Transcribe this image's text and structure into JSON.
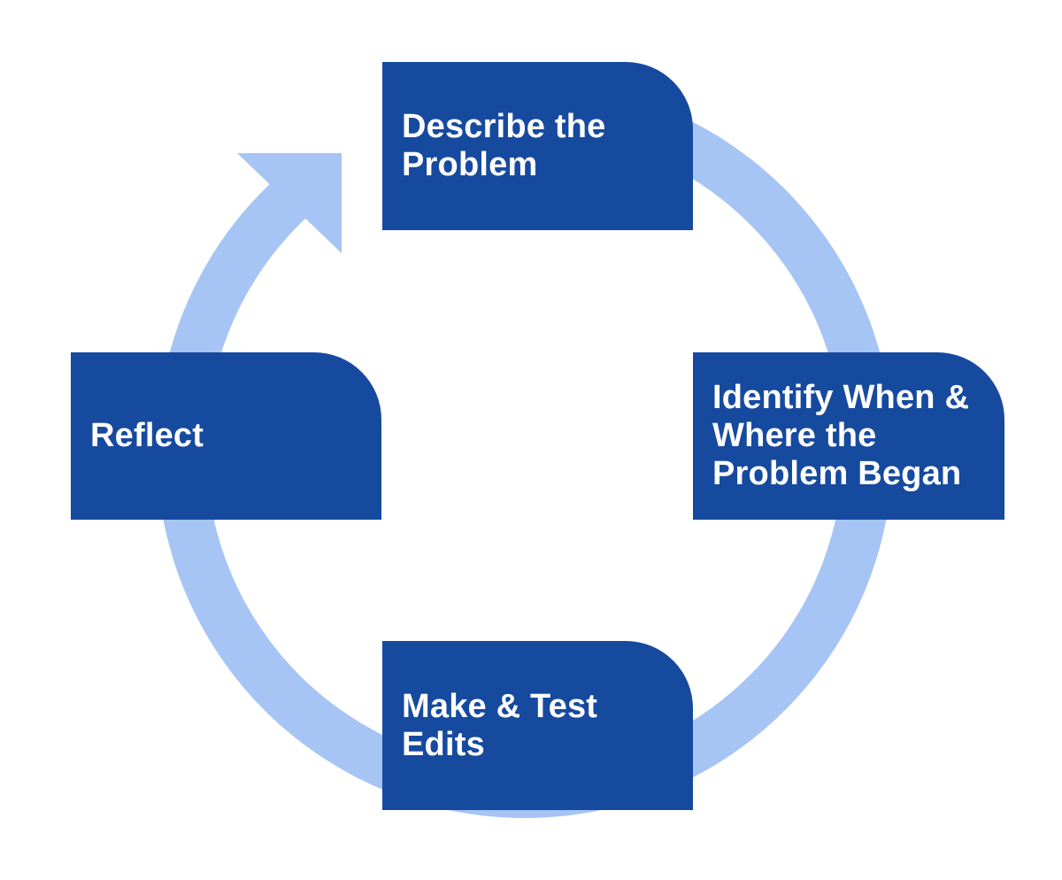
{
  "colors": {
    "background": "#FFFFFF",
    "box_fill": "#164A9E",
    "ring_fill": "#A6C4F4",
    "label_text": "#FFFFFF"
  },
  "cycle": {
    "direction": "clockwise",
    "steps": [
      {
        "id": "describe-problem",
        "position": "top",
        "label": "Describe the\nProblem"
      },
      {
        "id": "identify-when-where",
        "position": "right",
        "label": "Identify When &\nWhere the\nProblem Began"
      },
      {
        "id": "make-test-edits",
        "position": "bottom",
        "label": "Make & Test\nEdits"
      },
      {
        "id": "reflect",
        "position": "left",
        "label": "Reflect"
      }
    ]
  }
}
